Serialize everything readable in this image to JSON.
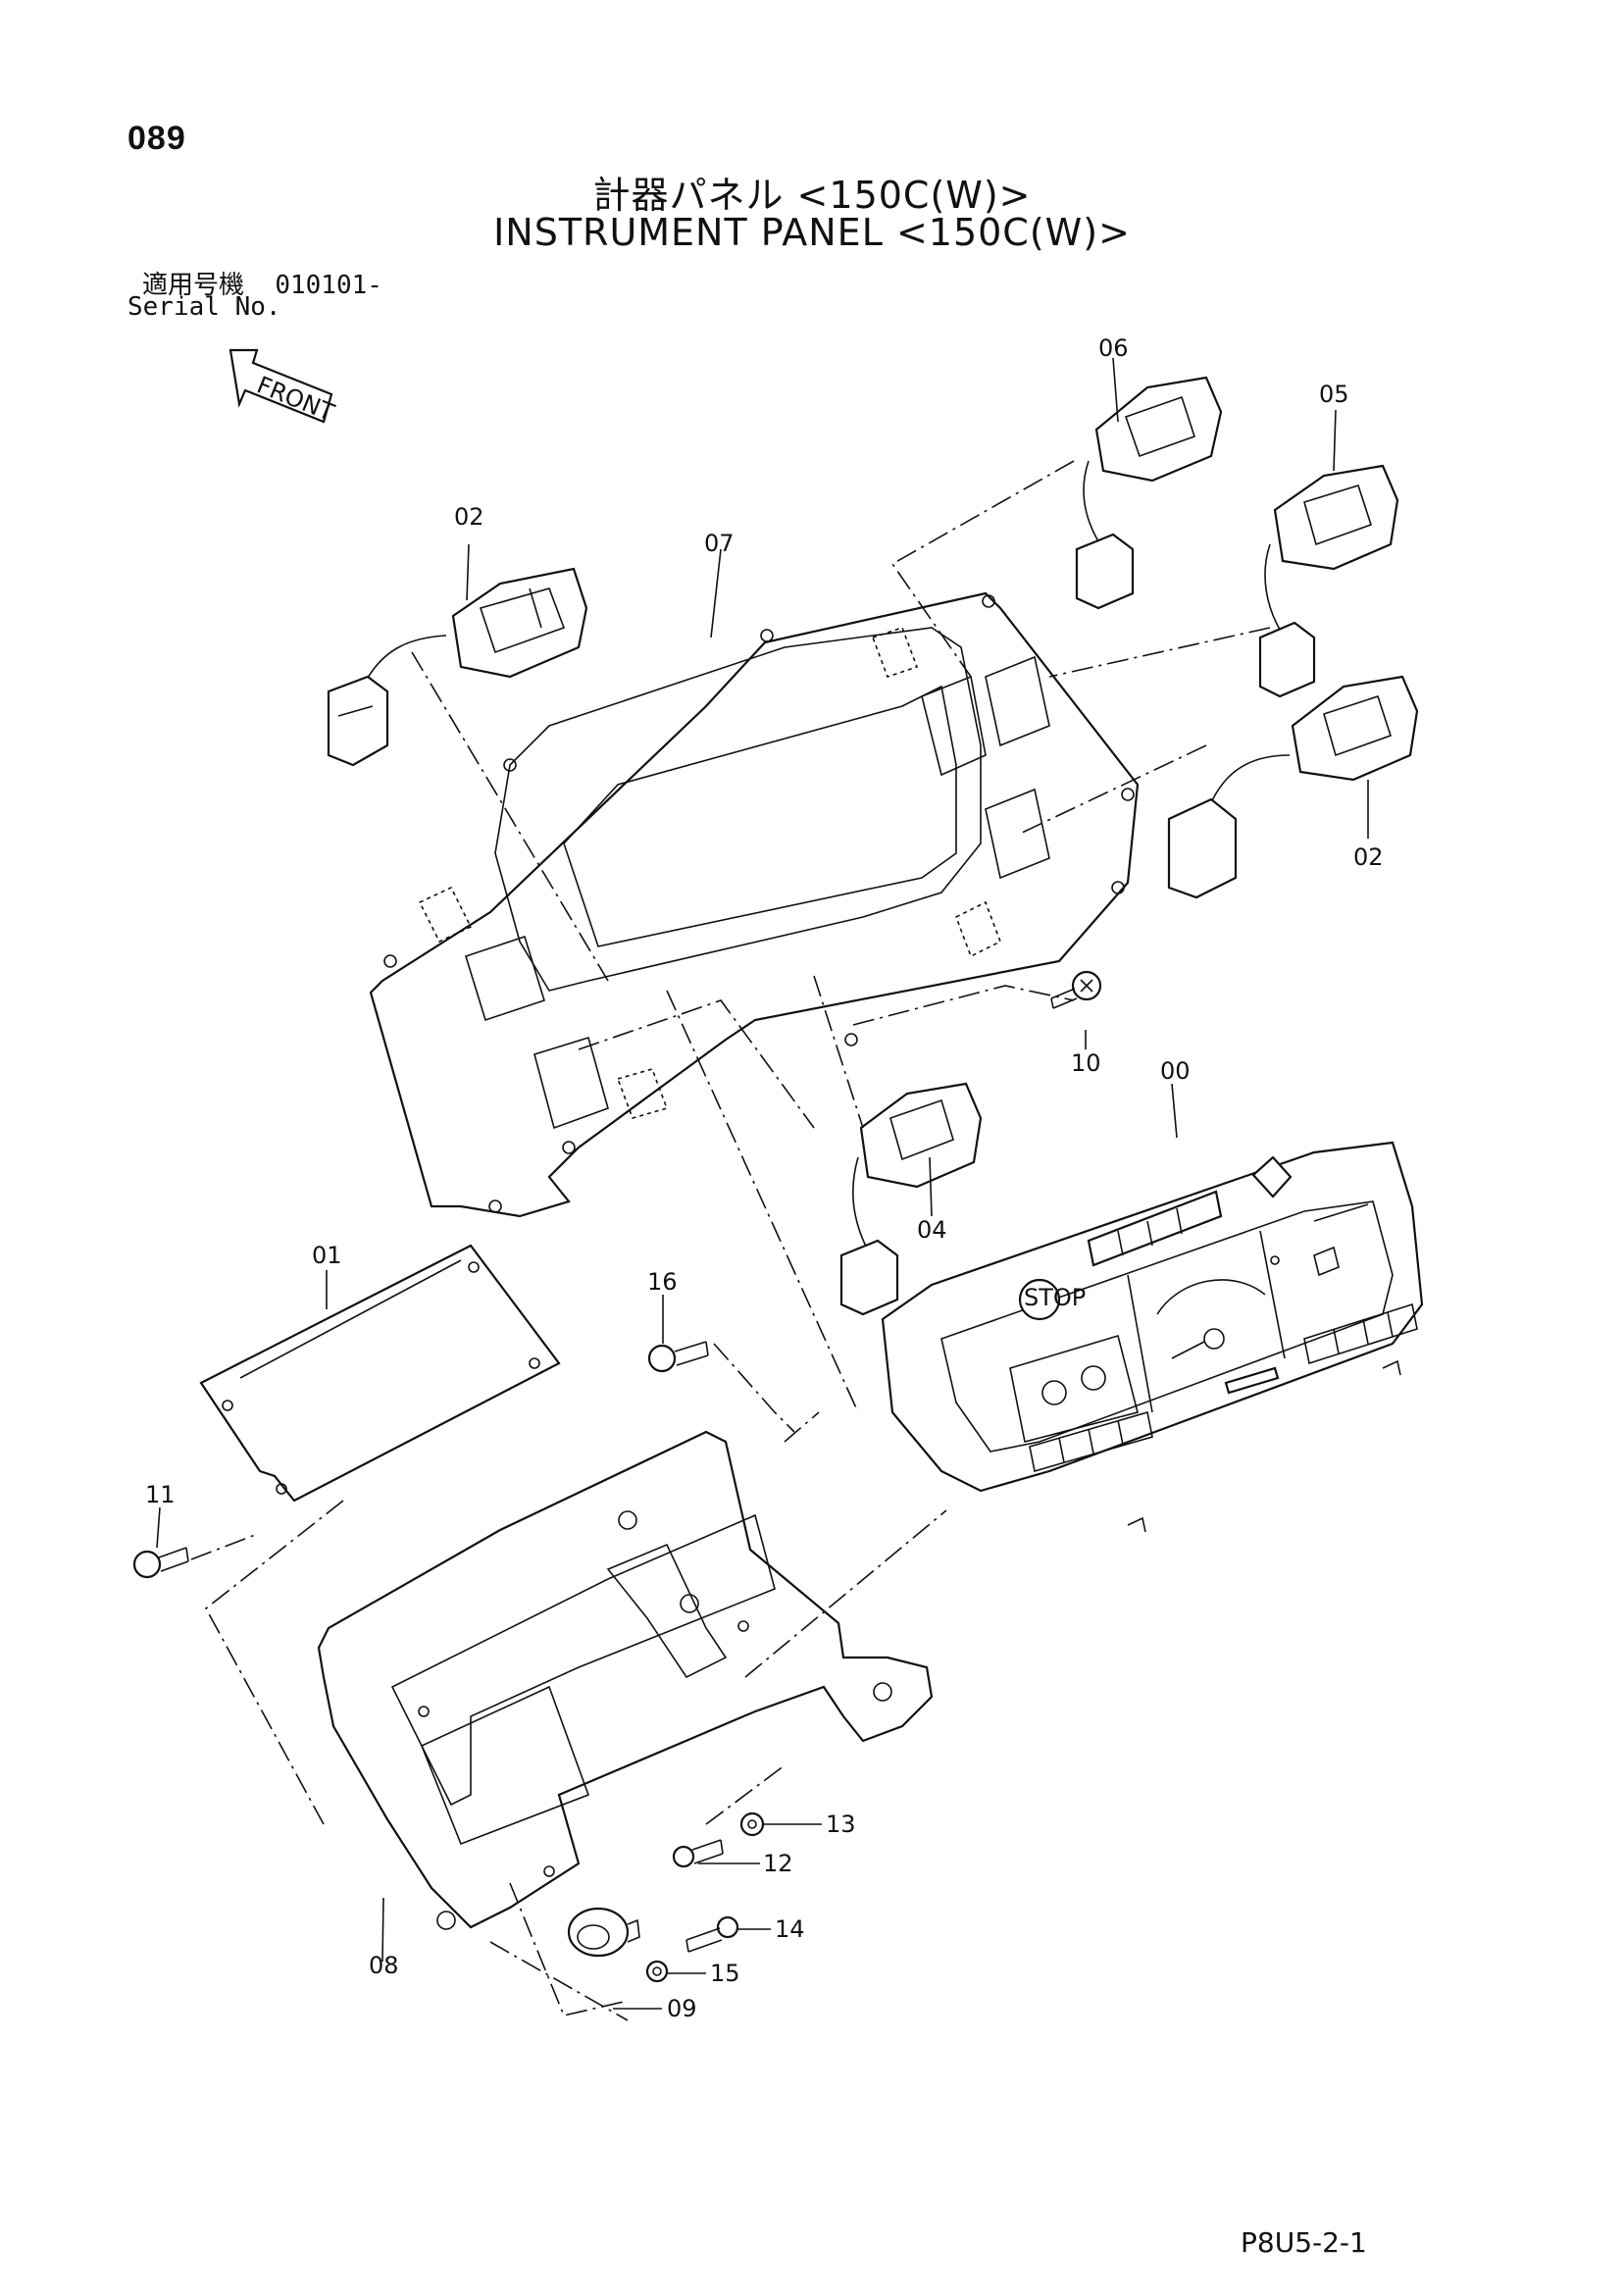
{
  "page": {
    "number": "089",
    "title_ja": "計器パネル <150C(W)>",
    "title_en": "INSTRUMENT PANEL <150C(W)>",
    "serial_label_ja": "適用号機",
    "serial_value": "010101-",
    "serial_label_en": "Serial No.",
    "drawing_code": "P8U5-2-1"
  },
  "direction_label": "FRONT",
  "parts": {
    "p00": "00",
    "p01": "01",
    "p02a": "02",
    "p02b": "02",
    "p04": "04",
    "p05": "05",
    "p06": "06",
    "p07": "07",
    "p08": "08",
    "p09": "09",
    "p10": "10",
    "p11": "11",
    "p12": "12",
    "p13": "13",
    "p14": "14",
    "p15": "15",
    "p16": "16"
  },
  "gauge_labels": {
    "stop": "STOP"
  }
}
